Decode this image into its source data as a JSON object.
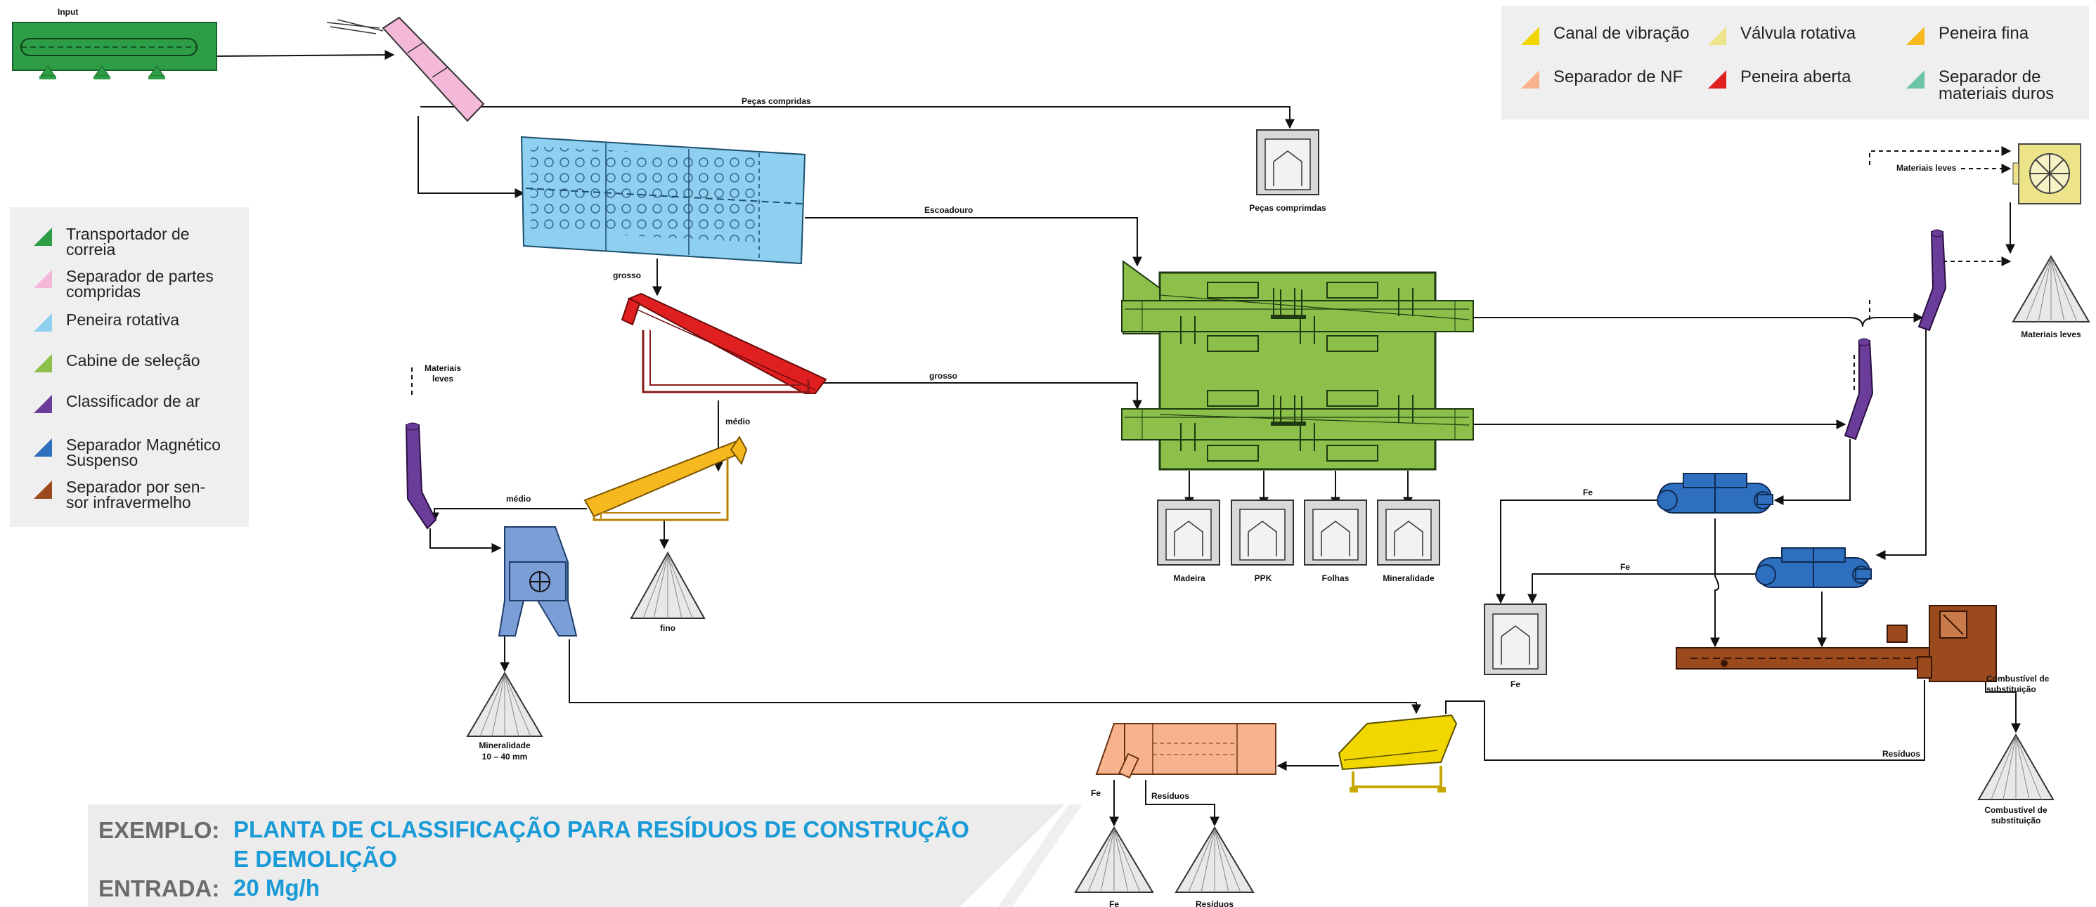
{
  "legend_left": {
    "items": [
      {
        "label": "Transportador de correia",
        "color": "#2e9e46",
        "icon": "green-triangle"
      },
      {
        "label": "Separador de partes compridas",
        "color": "#f4b8d8",
        "icon": "pink-triangle"
      },
      {
        "label": "Peneira rotativa",
        "color": "#8fd0f0",
        "icon": "lightblue-triangle"
      },
      {
        "label": "Cabine de seleção",
        "color": "#8cc04a",
        "icon": "lightgreen-triangle"
      },
      {
        "label": "Classificador de ar",
        "color": "#6b3d9a",
        "icon": "purple-triangle"
      },
      {
        "label": "Separador Magnético Suspenso",
        "color": "#2f6fbf",
        "icon": "blue-triangle"
      },
      {
        "label": "Separador por sensor infravermelho",
        "color": "#9a4a1c",
        "icon": "brown-triangle"
      }
    ],
    "lines": [
      [
        "Transportador de",
        "correia"
      ],
      [
        "Separador de partes",
        "compridas"
      ],
      [
        "Peneira rotativa"
      ],
      [
        "Cabine de seleção"
      ],
      [
        "Classificador de ar"
      ],
      [
        "Separador Magnético",
        "Suspenso"
      ],
      [
        "Separador por sen-",
        "sor infravermelho"
      ]
    ]
  },
  "legend_right": {
    "items": [
      {
        "label": "Canal de vibração",
        "color": "#f2d600"
      },
      {
        "label": "Válvula rotativa",
        "color": "#ede48a"
      },
      {
        "label": "Peneira fina",
        "color": "#f5b81e"
      },
      {
        "label": "Separador de NF",
        "color": "#f7b48c"
      },
      {
        "label": "Peneira aberta",
        "color": "#e02020"
      },
      {
        "label": "Separador de materiais duros",
        "color": "#6cc4a8"
      }
    ],
    "lines": [
      [
        "Canal de vibração"
      ],
      [
        "Válvula rotativa"
      ],
      [
        "Peneira fina"
      ],
      [
        "Separador de NF"
      ],
      [
        "Peneira aberta"
      ],
      [
        "Separador de",
        "materiais duros"
      ]
    ]
  },
  "diagram": {
    "input": "Input",
    "pecas_compridas_line": "Peças compridas",
    "pecas_compridas_bin": "Peças comprimdas",
    "escoadouro": "Escoadouro",
    "grosso_1": "grosso",
    "grosso_2": "grosso",
    "medio_1": "médio",
    "medio_2": "médio",
    "materiais_leves_left": [
      "Materiais",
      "leves"
    ],
    "fino": "fino",
    "mineralidade_pile": [
      "Mineralidade",
      "10 – 40 mm"
    ],
    "bins": [
      "Madeira",
      "PPK",
      "Folhas",
      "Mineralidade"
    ],
    "materiais_leves_top": "Materiais leves",
    "materiais_leves_pile": "Materiais leves",
    "fe_1": "Fe",
    "fe_2": "Fe",
    "fe_bin": "Fe",
    "residuos_line": "Resíduos",
    "combustivel_1": [
      "Combustível de",
      "substituição"
    ],
    "combustivel_2": [
      "Combustível de",
      "substituição"
    ],
    "fe_pile_bottom": "Fe",
    "residuos_label": "Resíduos",
    "residuos_pile": "Resíduos",
    "fe_nf": "Fe"
  },
  "title": {
    "exemplo_key": "EXEMPLO:",
    "exemplo_line1": "PLANTA DE CLASSIFICAÇÃO PARA RESÍDUOS DE CONSTRUÇÃO",
    "exemplo_line2": "E DEMOLIÇÃO",
    "entrada_key": "ENTRADA:",
    "entrada_val": "20 Mg/h"
  }
}
